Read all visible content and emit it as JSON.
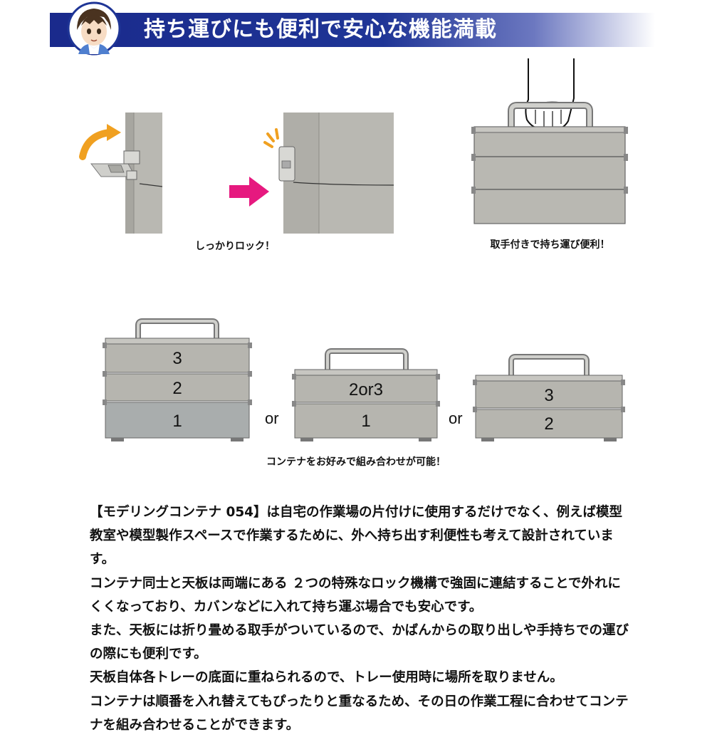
{
  "header": {
    "title": "持ち運びにも便利で安心な機能満載"
  },
  "figures": {
    "lock_caption": "しっかりロック！",
    "handle_caption": "取手付きで持ち運び便利！",
    "combo_caption": "コンテナをお好みで組み合わせが可能！",
    "stack_a": [
      "3",
      "2",
      "1"
    ],
    "stack_b": [
      "2or3",
      "1"
    ],
    "stack_c": [
      "3",
      "2"
    ],
    "or_label": "or"
  },
  "body": {
    "paragraphs": [
      "【モデリングコンテナ 054】は自宅の作業場の片付けに使用するだけでなく、例えば模型教室や模型製作スペースで作業するために、外へ持ち出す利便性も考えて設計されています。",
      "コンテナ同士と天板は両端にある ２つの特殊なロック機構で強固に連結することで外れにくくなっており、カバンなどに入れて持ち運ぶ場合でも安心です。",
      "また、天板には折り畳める取手がついているので、かばんからの取り出しや手持ちでの運びの際にも便利です。",
      "天板自体各トレーの底面に重ねられるので、トレー使用時に場所を取りません。",
      "コンテナは順番を入れ替えてもぴったりと重なるため、その日の作業工程に合わせてコンテナを組み合わせることができます。"
    ]
  }
}
